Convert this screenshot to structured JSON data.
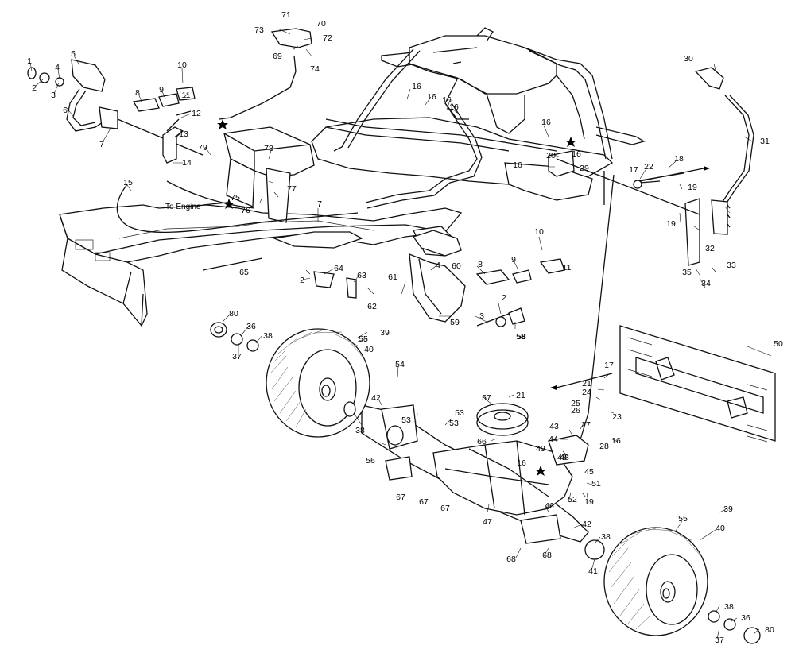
{
  "diagram": {
    "note_engine": "To Engine",
    "labels": [
      "1",
      "2",
      "3",
      "4",
      "5",
      "6",
      "7",
      "8",
      "9",
      "10",
      "11",
      "12",
      "13",
      "14",
      "15",
      "16",
      "17",
      "18",
      "19",
      "20",
      "21",
      "22",
      "23",
      "24",
      "25",
      "26",
      "27",
      "28",
      "29",
      "30",
      "31",
      "32",
      "33",
      "34",
      "35",
      "36",
      "37",
      "38",
      "39",
      "40",
      "41",
      "42",
      "43",
      "44",
      "45",
      "46",
      "47",
      "48",
      "49",
      "50",
      "51",
      "52",
      "53",
      "54",
      "55",
      "56",
      "57",
      "58",
      "59",
      "60",
      "61",
      "62",
      "63",
      "64",
      "65",
      "66",
      "67",
      "68",
      "69",
      "70",
      "71",
      "72",
      "73",
      "74",
      "75",
      "76",
      "77",
      "78",
      "79",
      "80"
    ]
  }
}
